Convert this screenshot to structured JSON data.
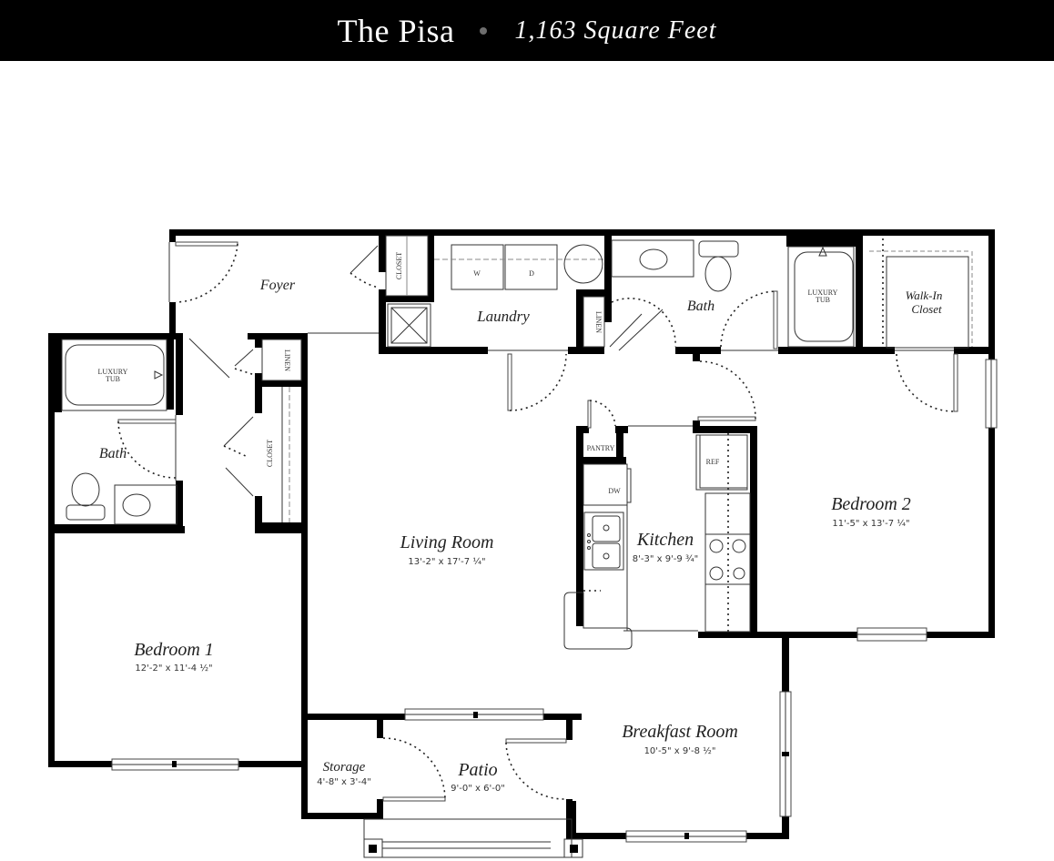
{
  "header": {
    "title": "The Pisa",
    "square_feet": "1,163 Square Feet"
  },
  "rooms": {
    "foyer": {
      "name": "Foyer"
    },
    "laundry": {
      "name": "Laundry"
    },
    "bath_master": {
      "name": "Bath"
    },
    "walk_in_closet": {
      "name_line1": "Walk-In",
      "name_line2": "Closet"
    },
    "bath_2": {
      "name": "Bath"
    },
    "living_room": {
      "name": "Living Room",
      "dimensions": "13'-2\" x 17'-7 ¼\""
    },
    "kitchen": {
      "name": "Kitchen",
      "dimensions": "8'-3\" x 9'-9 ¾\""
    },
    "bedroom_2": {
      "name": "Bedroom 2",
      "dimensions": "11'-5\" x 13'-7 ¼\""
    },
    "bedroom_1": {
      "name": "Bedroom 1",
      "dimensions": "12'-2\" x 11'-4 ½\""
    },
    "breakfast_room": {
      "name": "Breakfast Room",
      "dimensions": "10'-5\" x 9'-8 ½\""
    },
    "storage": {
      "name": "Storage",
      "dimensions": "4'-8\" x 3'-4\""
    },
    "patio": {
      "name": "Patio",
      "dimensions": "9'-0\" x 6'-0\""
    }
  },
  "fixtures": {
    "closet_foyer": "CLOSET",
    "closet_hall": "CLOSET",
    "linen_hall": "LINEN",
    "linen_bath": "LINEN",
    "washer": "W",
    "dryer": "D",
    "luxury_tub_1_line1": "LUXURY",
    "luxury_tub_1_line2": "TUB",
    "luxury_tub_2_line1": "LUXURY",
    "luxury_tub_2_line2": "TUB",
    "pantry": "PANTRY",
    "dishwasher": "DW",
    "refrigerator": "REF"
  },
  "colors": {
    "header_bg": "#000000",
    "header_text": "#ffffff",
    "wall": "#000000",
    "background": "#ffffff"
  }
}
